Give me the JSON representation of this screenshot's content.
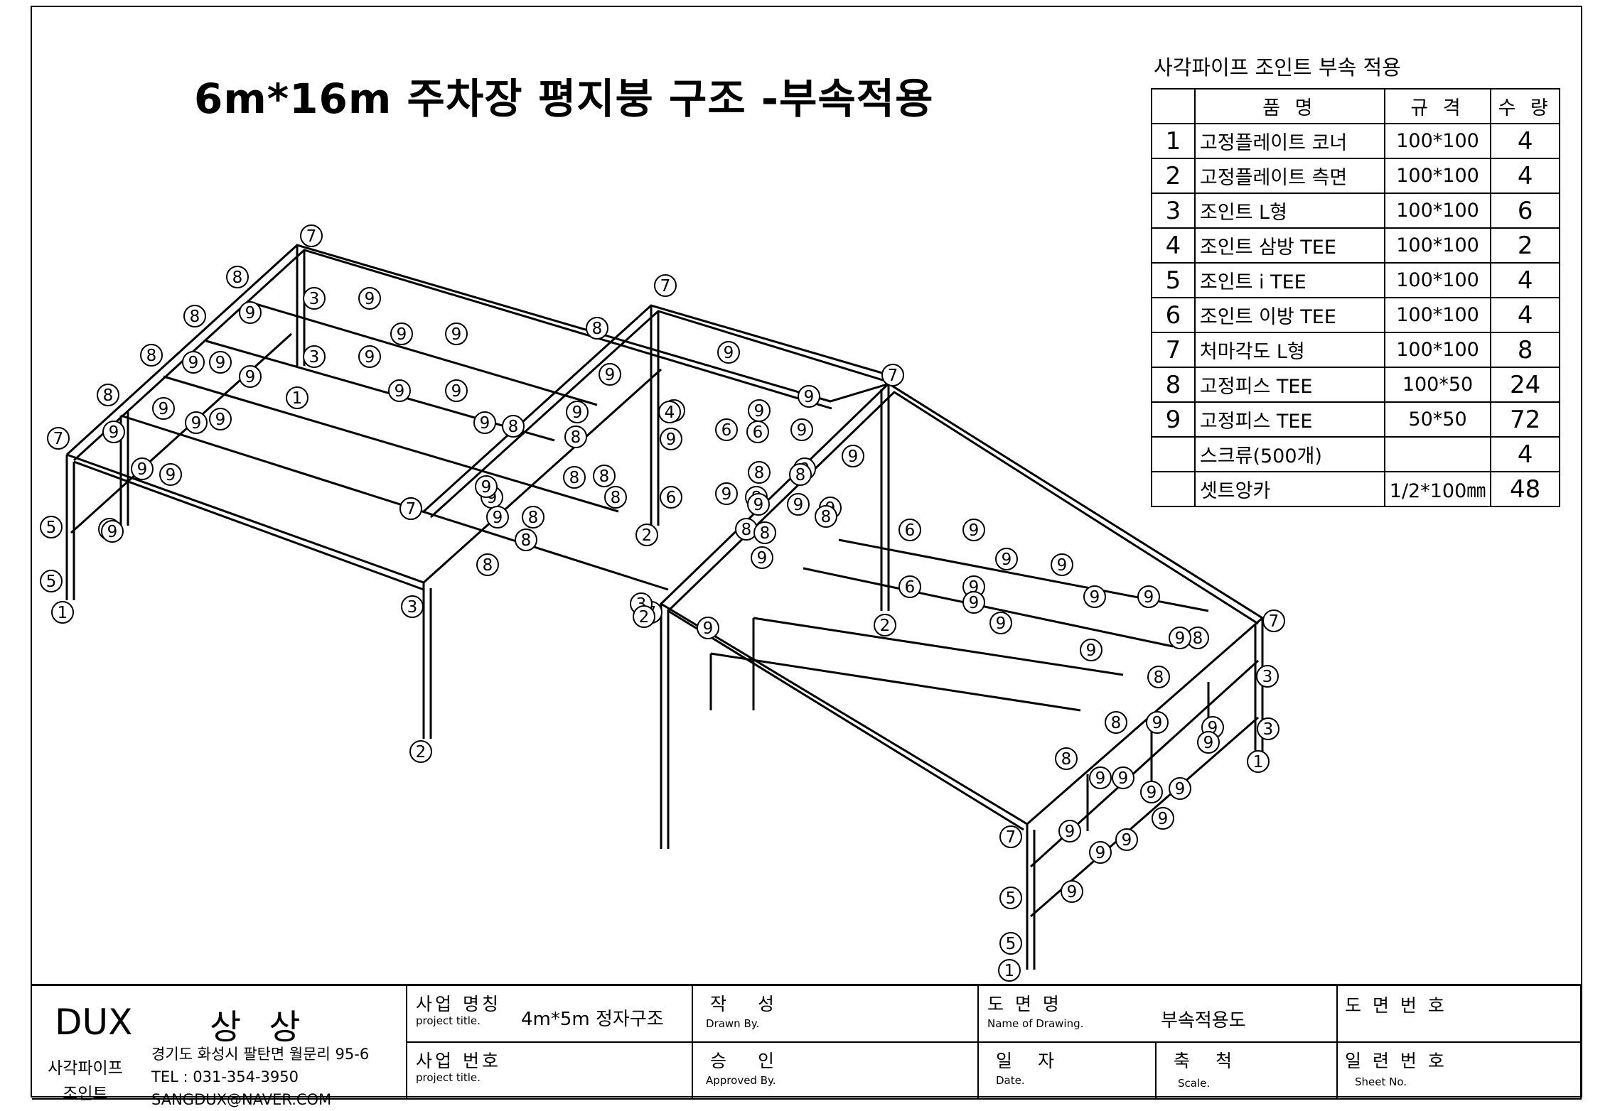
{
  "drawing": {
    "title": "6m*16m 주차장 평지붕 구조 -부속적용"
  },
  "parts_table": {
    "caption": "사각파이프 조인트 부속 적용",
    "headers": {
      "name": "품 명",
      "spec": "규 격",
      "qty": "수 량"
    },
    "rows": [
      {
        "no": "1",
        "name": "고정플레이트 코너",
        "spec": "100*100",
        "qty": "4"
      },
      {
        "no": "2",
        "name": "고정플레이트 측면",
        "spec": "100*100",
        "qty": "4"
      },
      {
        "no": "3",
        "name": "조인트 L형",
        "spec": "100*100",
        "qty": "6"
      },
      {
        "no": "4",
        "name": "조인트 삼방 TEE",
        "spec": "100*100",
        "qty": "2"
      },
      {
        "no": "5",
        "name": "조인트 i TEE",
        "spec": "100*100",
        "qty": "4"
      },
      {
        "no": "6",
        "name": "조인트 이방 TEE",
        "spec": "100*100",
        "qty": "4"
      },
      {
        "no": "7",
        "name": "처마각도 L형",
        "spec": "100*100",
        "qty": "8"
      },
      {
        "no": "8",
        "name": "고정피스 TEE",
        "spec": "100*50",
        "qty": "24"
      },
      {
        "no": "9",
        "name": "고정피스 TEE",
        "spec": "50*50",
        "qty": "72"
      },
      {
        "no": "",
        "name": "스크류(500개)",
        "spec": "",
        "qty": "4"
      },
      {
        "no": "",
        "name": "셋트앙카",
        "spec": "1/2*100㎜",
        "qty": "48"
      }
    ]
  },
  "title_block": {
    "company": "DUX",
    "company_name": "상 상",
    "company_sub": [
      "사각파이프",
      "조인트"
    ],
    "address": "경기도 화성시 팔탄면 월문리 95-6",
    "tel": "TEL : 031-354-3950",
    "email": "SANGDUX@NAVER.COM",
    "project_name_label": "사업 명칭",
    "project_name_sub": "project title.",
    "project_name_value": "4m*5m 정자구조",
    "project_no_label": "사업 번호",
    "project_no_sub": "project title.",
    "drawn_label": "작 성",
    "drawn_sub": "Drawn By.",
    "approved_label": "승 인",
    "approved_sub": "Approved By.",
    "drawing_name_label": "도 면 명",
    "drawing_name_sub": "Name of Drawing.",
    "drawing_name_value": "부속적용도",
    "date_label": "일 자",
    "date_sub": "Date.",
    "scale_label": "축 척",
    "scale_sub": "Scale.",
    "drawing_no_label": "도 면 번 호",
    "sheet_no_label": "일 련 번 호",
    "sheet_no_sub": "Sheet No."
  },
  "callouts": [
    {
      "n": "7"
    },
    {
      "n": "8"
    },
    {
      "n": "8"
    },
    {
      "n": "8"
    },
    {
      "n": "8"
    },
    {
      "n": "7"
    },
    {
      "n": "9"
    },
    {
      "n": "3"
    },
    {
      "n": "9"
    },
    {
      "n": "9"
    },
    {
      "n": "9"
    },
    {
      "n": "3"
    },
    {
      "n": "9"
    },
    {
      "n": "9"
    },
    {
      "n": "9"
    },
    {
      "n": "9"
    },
    {
      "n": "1"
    },
    {
      "n": "9"
    },
    {
      "n": "9"
    },
    {
      "n": "9"
    },
    {
      "n": "9"
    },
    {
      "n": "9"
    },
    {
      "n": "9"
    },
    {
      "n": "9"
    },
    {
      "n": "9"
    },
    {
      "n": "9"
    },
    {
      "n": "9"
    },
    {
      "n": "5"
    },
    {
      "n": "5"
    },
    {
      "n": "1"
    },
    {
      "n": "9"
    },
    {
      "n": "8"
    },
    {
      "n": "7"
    },
    {
      "n": "9"
    },
    {
      "n": "9"
    },
    {
      "n": "9"
    },
    {
      "n": "8"
    },
    {
      "n": "8"
    },
    {
      "n": "8"
    },
    {
      "n": "8"
    },
    {
      "n": "8"
    },
    {
      "n": "8"
    },
    {
      "n": "7"
    },
    {
      "n": "3"
    },
    {
      "n": "2"
    },
    {
      "n": "7"
    },
    {
      "n": "8"
    },
    {
      "n": "9"
    },
    {
      "n": "9"
    },
    {
      "n": "7"
    },
    {
      "n": "9"
    },
    {
      "n": "4"
    },
    {
      "n": "6"
    },
    {
      "n": "9"
    },
    {
      "n": "9"
    },
    {
      "n": "9"
    },
    {
      "n": "6"
    },
    {
      "n": "9"
    },
    {
      "n": "9"
    },
    {
      "n": "8"
    },
    {
      "n": "8"
    },
    {
      "n": "9"
    },
    {
      "n": "8"
    },
    {
      "n": "4"
    },
    {
      "n": "6"
    },
    {
      "n": "9"
    },
    {
      "n": "8"
    },
    {
      "n": "9"
    },
    {
      "n": "9"
    },
    {
      "n": "2"
    },
    {
      "n": "8"
    },
    {
      "n": "7"
    },
    {
      "n": "9"
    },
    {
      "n": "8"
    },
    {
      "n": "9"
    },
    {
      "n": "9"
    },
    {
      "n": "8"
    },
    {
      "n": "3"
    },
    {
      "n": "2"
    },
    {
      "n": "6"
    },
    {
      "n": "9"
    },
    {
      "n": "9"
    },
    {
      "n": "9"
    },
    {
      "n": "9"
    },
    {
      "n": "9"
    },
    {
      "n": "6"
    },
    {
      "n": "9"
    },
    {
      "n": "9"
    },
    {
      "n": "9"
    },
    {
      "n": "2"
    },
    {
      "n": "9"
    },
    {
      "n": "7"
    },
    {
      "n": "8"
    },
    {
      "n": "9"
    },
    {
      "n": "8"
    },
    {
      "n": "3"
    },
    {
      "n": "8"
    },
    {
      "n": "9"
    },
    {
      "n": "9"
    },
    {
      "n": "3"
    },
    {
      "n": "9"
    },
    {
      "n": "1"
    },
    {
      "n": "8"
    },
    {
      "n": "9"
    },
    {
      "n": "9"
    },
    {
      "n": "9"
    },
    {
      "n": "9"
    },
    {
      "n": "7"
    },
    {
      "n": "9"
    },
    {
      "n": "9"
    },
    {
      "n": "9"
    },
    {
      "n": "5"
    },
    {
      "n": "9"
    },
    {
      "n": "5"
    },
    {
      "n": "1"
    },
    {
      "n": "9"
    }
  ]
}
